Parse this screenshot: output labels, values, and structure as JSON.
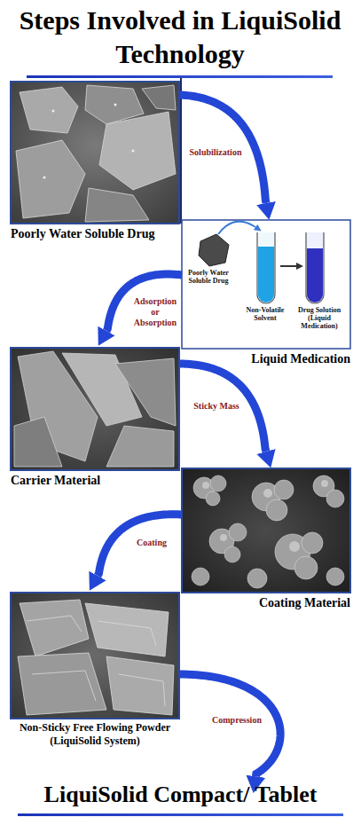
{
  "diagram": {
    "title": "Steps Involved in LiquiSolid Technology",
    "nodes": [
      {
        "text": [
          "Poorly Water Soluble Drug"
        ]
      },
      {
        "text": [
          "Liquid Medication"
        ]
      },
      {
        "text": [
          "Carrier Material"
        ]
      },
      {
        "text": [
          "Coating Material"
        ]
      },
      {
        "text": [
          "Non-Sticky Free Flowing Powder (LiquiSolid System)"
        ]
      },
      {
        "text": [
          "LiquiSolid Compact/ Tablet"
        ]
      }
    ],
    "edges": [
      {
        "from": 0,
        "to": 1,
        "label": "Solubilization",
        "arrow": "to"
      },
      {
        "from": 1,
        "to": 2,
        "label": "Adsorption or Absorption",
        "arrow": "to"
      },
      {
        "from": 2,
        "to": 3,
        "label": "Sticky Mass",
        "arrow": "to"
      },
      {
        "from": 3,
        "to": 4,
        "label": "Coating",
        "arrow": "to"
      },
      {
        "from": 4,
        "to": 5,
        "label": "Compression",
        "arrow": "to"
      }
    ],
    "labels": [
      "Poorly Water Soluble Drug",
      "Non-Volatile Solvent",
      "Drug Solution (Liquid Medication)"
    ]
  }
}
